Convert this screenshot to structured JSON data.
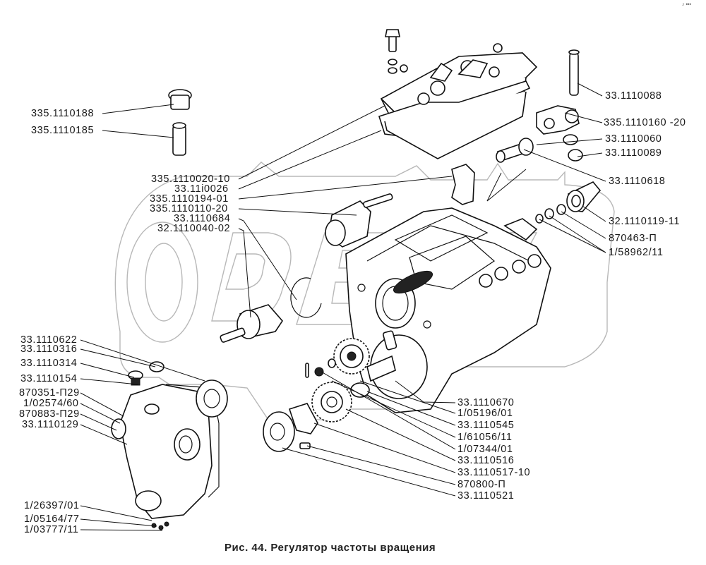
{
  "figure": {
    "caption": "Рис. 44. Регулятор частоты вращения",
    "watermark": "ОРЕХ",
    "corner_mark": "♪ ▪▪▪"
  },
  "labels_left_top": [
    {
      "id": "335.1110188",
      "text": "335.1110188"
    },
    {
      "id": "335.1110185",
      "text": "335.1110185"
    }
  ],
  "labels_left_mid": [
    {
      "id": "335.1110020-10",
      "text": "335.1110020-10"
    },
    {
      "id": "33.1110026",
      "text": "33.11i0026"
    },
    {
      "id": "335.1110194-01",
      "text": "335.1110194-01"
    },
    {
      "id": "335.1110110-20",
      "text": "335.1110110-20"
    },
    {
      "id": "33.1110684",
      "text": "33.1110684"
    },
    {
      "id": "32.1110040-02",
      "text": "32.1110040-02"
    }
  ],
  "labels_left_bottom": [
    {
      "id": "33.1110622",
      "text": "33.1110622"
    },
    {
      "id": "33.1110316",
      "text": "33.1110316"
    },
    {
      "id": "33.1110314",
      "text": "33.1110314"
    },
    {
      "id": "33.1110154",
      "text": "33.1110154"
    },
    {
      "id": "870351-П29",
      "text": "870351-П29"
    },
    {
      "id": "1/02574/60",
      "text": "1/02574/60"
    },
    {
      "id": "870883-П29",
      "text": "870883-П29"
    },
    {
      "id": "33.1110129",
      "text": "33.1110129"
    }
  ],
  "labels_left_foot": [
    {
      "id": "1/26397/01",
      "text": "1/26397/01"
    },
    {
      "id": "1/05164/77",
      "text": "1/05164/77"
    },
    {
      "id": "1/03777/11",
      "text": "1/03777/11"
    }
  ],
  "labels_right_top": [
    {
      "id": "33.1110088",
      "text": "33.1110088"
    },
    {
      "id": "335.1110160-20",
      "text": "335.1110160 -20"
    },
    {
      "id": "33.1110060",
      "text": "33.1110060"
    },
    {
      "id": "33.1110089",
      "text": "33.1110089"
    },
    {
      "id": "33.1110618",
      "text": "33.1110618"
    },
    {
      "id": "32.1110119-11",
      "text": "32.1110119-11"
    },
    {
      "id": "870463-П",
      "text": "870463-П"
    },
    {
      "id": "1/58962/11",
      "text": "1/58962/11"
    }
  ],
  "labels_right_bottom": [
    {
      "id": "33.1110670",
      "text": "33.1110670"
    },
    {
      "id": "1/05196/01",
      "text": "1/05196/01"
    },
    {
      "id": "33.1110545",
      "text": "33.1110545"
    },
    {
      "id": "1/61056/11",
      "text": "1/61056/11"
    },
    {
      "id": "1/07344/01",
      "text": "1/07344/01"
    },
    {
      "id": "33.1110516",
      "text": "33.1110516"
    },
    {
      "id": "33.1110517-10",
      "text": "33.1110517-10"
    },
    {
      "id": "870800-П",
      "text": "870800-П"
    },
    {
      "id": "33.1110521",
      "text": "33.1110521"
    }
  ]
}
